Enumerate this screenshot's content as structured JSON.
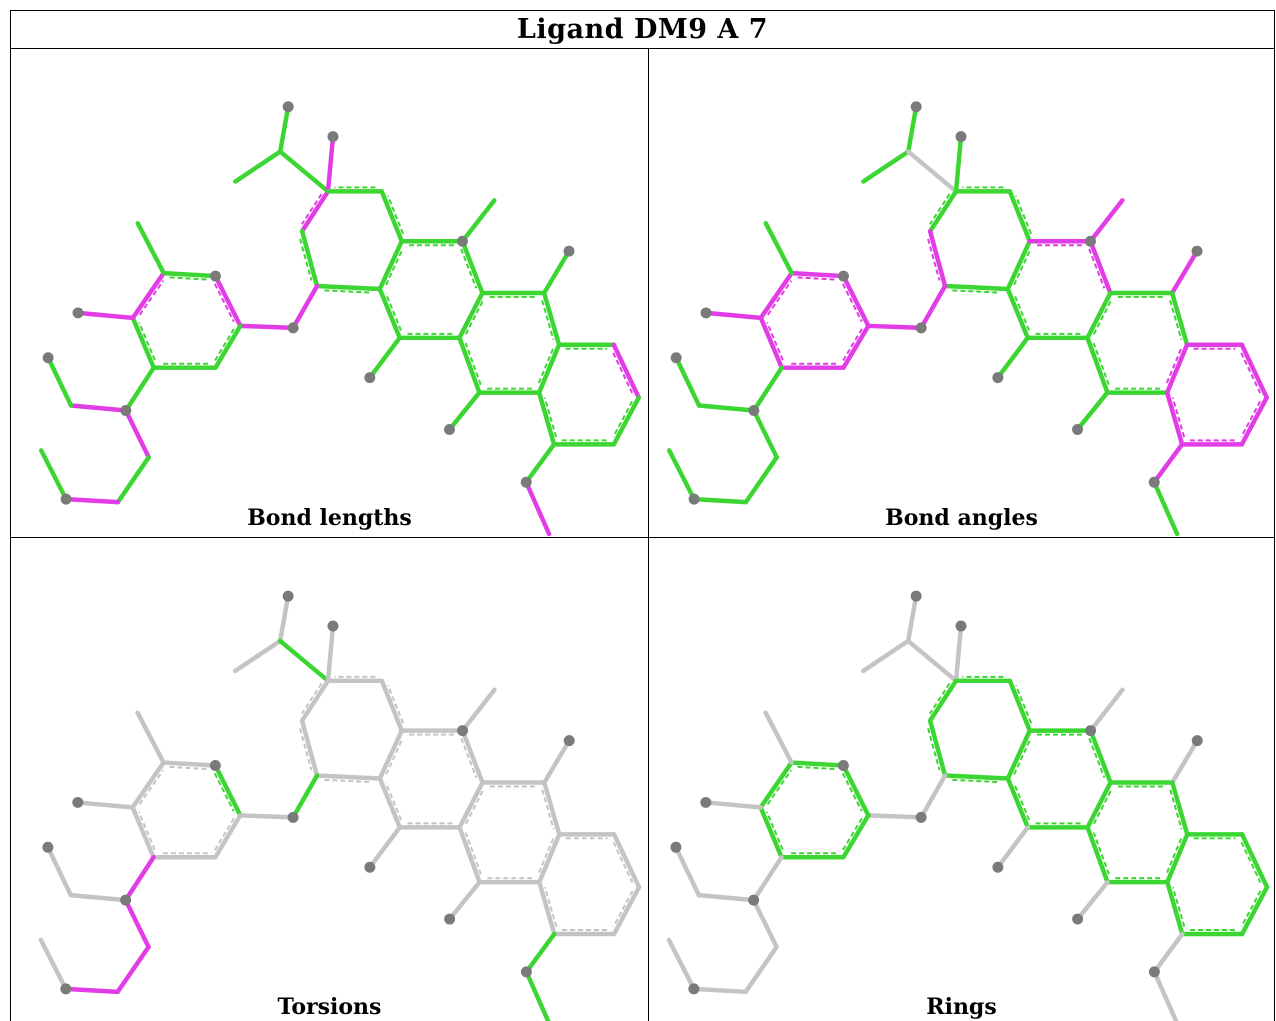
{
  "title": "Ligand DM9 A 7",
  "colors": {
    "good": "#3cd632",
    "outlier": "#e23ce6",
    "neutral": "#c4c4c4",
    "atom": "#7a7a7a"
  },
  "panels": [
    {
      "caption": "Bond lengths"
    },
    {
      "caption": "Bond angles"
    },
    {
      "caption": "Torsions"
    },
    {
      "caption": "Rings"
    }
  ]
}
